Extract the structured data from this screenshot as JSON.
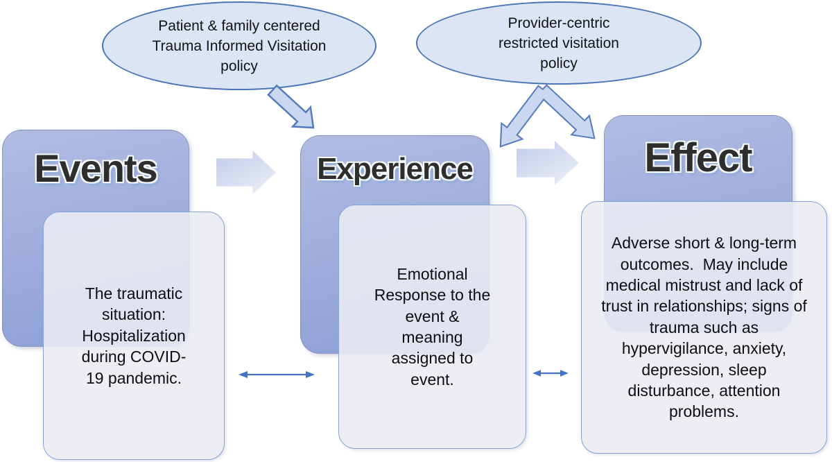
{
  "ellipses": [
    {
      "label": "Patient & family centered Trauma Informed Visitation policy"
    },
    {
      "label": "Provider-centric restricted visitation policy"
    }
  ],
  "stages": [
    {
      "title": "Events",
      "description": "The traumatic situation: Hospitalization during COVID-19 pandemic."
    },
    {
      "title": "Experience",
      "description": "Emotional Response to the event & meaning assigned to event."
    },
    {
      "title": "Effect",
      "description": "Adverse short & long-term outcomes.  May include medical mistrust and lack of trust in relationships; signs of trauma such as hypervigilance, anxiety, depression, sleep disturbance, attention problems."
    }
  ],
  "connectors": {
    "policy1_to_experience": "down-right-block-arrow",
    "policy2_fork": "forked-double-block-arrow",
    "events_to_experience": "right-flow-arrow",
    "experience_to_effect": "right-flow-arrow",
    "events_experience_bidirectional": "horizontal-double-arrow",
    "experience_effect_bidirectional": "horizontal-double-arrow"
  },
  "colors": {
    "ellipse_fill": "#dce5f6",
    "ellipse_border": "#4a74b8",
    "stage_box_top": "#b1bce3",
    "stage_box_bottom": "#8b9ed5",
    "detail_box_fill": "rgba(234,236,243,0.89)",
    "detail_box_border": "#84a4d9",
    "flow_arrow_from": "#c3cdea",
    "flow_arrow_to": "#e9ecf7",
    "block_arrow_fill": "#c9d7f1",
    "block_arrow_border": "#537bbd",
    "connector_blue": "#4472c4",
    "title_text": "#2e2e2e",
    "body_text": "#0e0e0e"
  }
}
